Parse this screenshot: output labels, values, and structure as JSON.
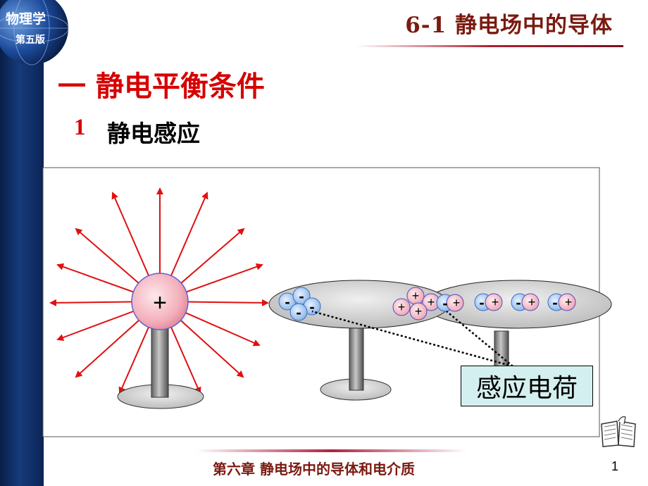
{
  "header": {
    "course_title": "物理学",
    "course_edition": "第五版",
    "section_title": "6-1  静电场中的导体"
  },
  "main": {
    "heading": "一  静电平衡条件",
    "subheading_number": "1",
    "subheading_text": "静电感应"
  },
  "diagram": {
    "source_charge_sign": "+",
    "induced_charge_label": "感应电荷"
  },
  "footer": {
    "chapter_text": "第六章 静电场中的导体和电介质",
    "page_number": "1"
  },
  "colors": {
    "heading_red": "#d60000",
    "field_line_red": "#e01010",
    "footer_brown": "#7a1a10",
    "label_background": "#d4efef",
    "sidebar_navy": "#0c2456"
  },
  "icons": [
    "globe-icon",
    "book-icon"
  ]
}
